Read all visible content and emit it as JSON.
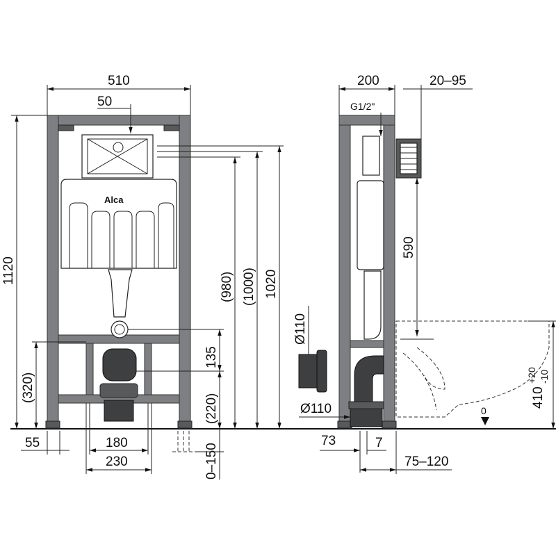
{
  "brand": {
    "logo_text": "Alca"
  },
  "front_view": {
    "dim_width_total": "510",
    "dim_offset_top": "50",
    "dim_height_total": "1120",
    "dim_h_980": "(980)",
    "dim_h_1000": "(1000)",
    "dim_h_1020": "1020",
    "dim_h_135": "135",
    "dim_h_220": "(220)",
    "dim_h_320": "(320)",
    "dim_adjust": "0–150",
    "dim_feet": "55",
    "dim_pipe_spacing": "180",
    "dim_base_width": "230"
  },
  "side_view": {
    "dim_depth": "200",
    "dim_wall_gap": "20–95",
    "thread_label": "G1/2\"",
    "dim_590": "590",
    "dim_d110_top": "Ø110",
    "dim_d110_bottom": "Ø110",
    "dim_73": "73",
    "dim_7": "7",
    "dim_75_120": "75–120",
    "dim_410": "410",
    "dim_410_tol_plus": "+20",
    "dim_410_tol_minus": "-10",
    "floor_zero": "0"
  },
  "colors": {
    "frame": "#7d7f82",
    "frame_dark": "#58595b",
    "pipe": "#3e3f41",
    "line": "#111111"
  }
}
